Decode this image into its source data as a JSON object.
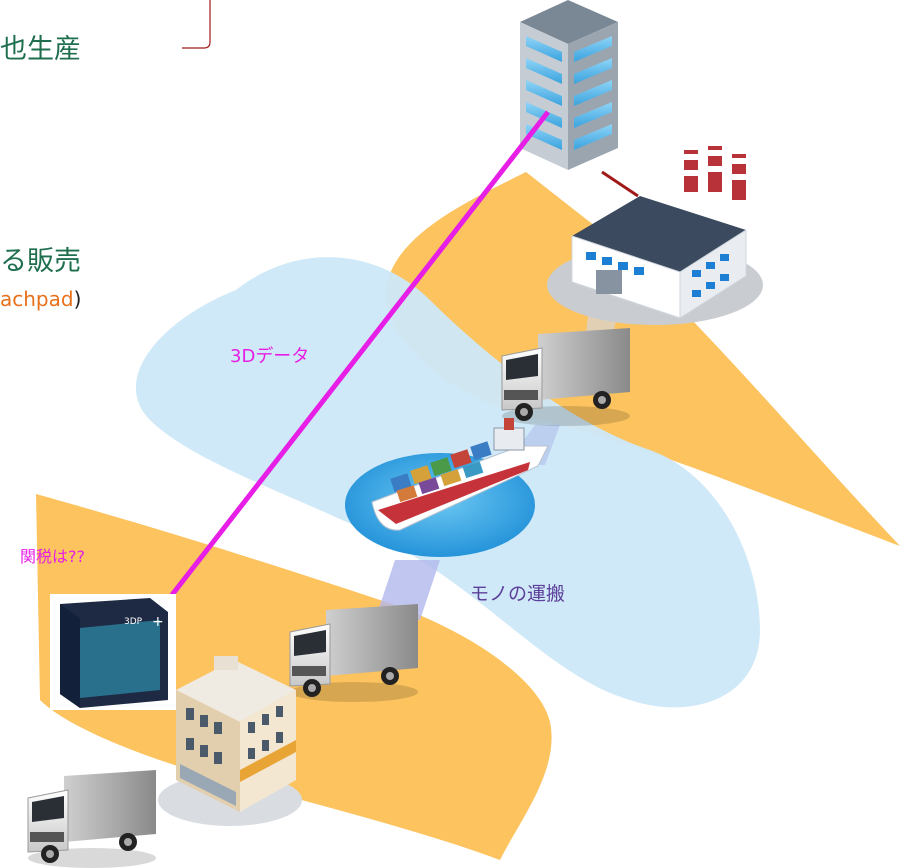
{
  "text": {
    "heading_top": "也生産",
    "heading_mid": "る販売",
    "sub_prefix": "achpad",
    "sub_suffix": ")",
    "data_label": "3Dデータ",
    "transport_label": "モノの運搬",
    "tariff_label": "関税は??",
    "printer_brand": "3DP"
  },
  "colors": {
    "heading": "#1f6f4f",
    "orange_text": "#e8711c",
    "magenta": "#e61ee6",
    "blue_zone": "#cde8f8",
    "orange_zone": "#fcc35e",
    "link_red": "#a11a1a"
  },
  "icons": [
    "office-building-icon",
    "factory-icon",
    "truck-icon",
    "cargo-ship-icon",
    "3d-printer-icon",
    "retail-store-icon"
  ]
}
